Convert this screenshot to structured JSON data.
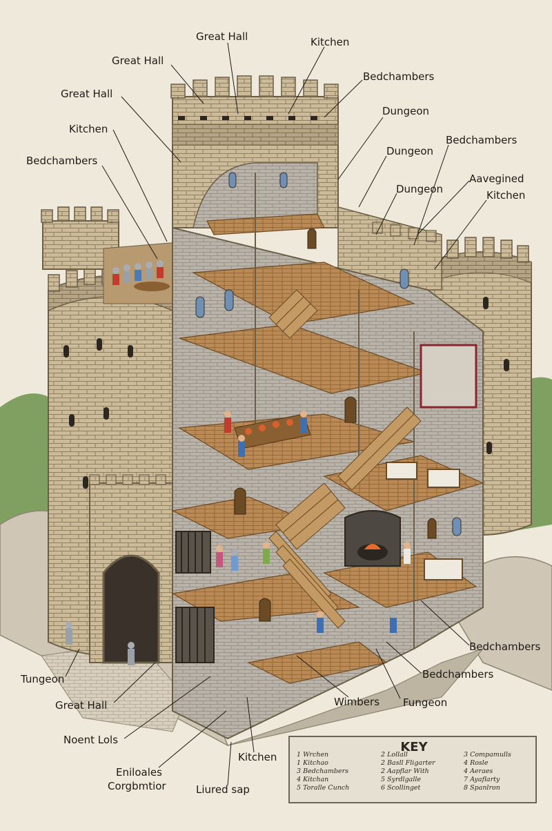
{
  "labels": {
    "l1": "Great Hall",
    "l2": "Kitchen",
    "l3": "Great Hall",
    "l4": "Bedchambers",
    "l5": "Great Hall",
    "l6": "Dungeon",
    "l7": "Kitchen",
    "l8": "Dungeon",
    "l9": "Bedchambers",
    "l10": "Bedchambers",
    "l11": "Aavegined",
    "l12": "Dungeon",
    "l13": "Kitchen",
    "l14": "Bedchambers",
    "l15": "Tungeon",
    "l16": "Bedchambers",
    "l17": "Great Hall",
    "l18": "Wimbers",
    "l19": "Fungeon",
    "l20": "Noent Lols",
    "l21": "Kitchen",
    "l22": "Eniloales",
    "l23": "Corgbmtior",
    "l24": "Liured sap"
  },
  "key": {
    "title": "KEY",
    "col1": [
      "1  Wrchen",
      "1  Kitchao",
      "3  Bedchambers",
      "4  Kitchan",
      "5  Toralle Cunch"
    ],
    "col2": [
      "2  Lollall",
      "2  Basll Fligarter",
      "2  Aapflar With",
      "5  Syrdlgalle",
      "6  Scollinget"
    ],
    "col3": [
      "3  Compamulls",
      "4  Rosle",
      "4  Aeraes",
      "7  Ayaflarty",
      "8  Spanlron"
    ]
  }
}
